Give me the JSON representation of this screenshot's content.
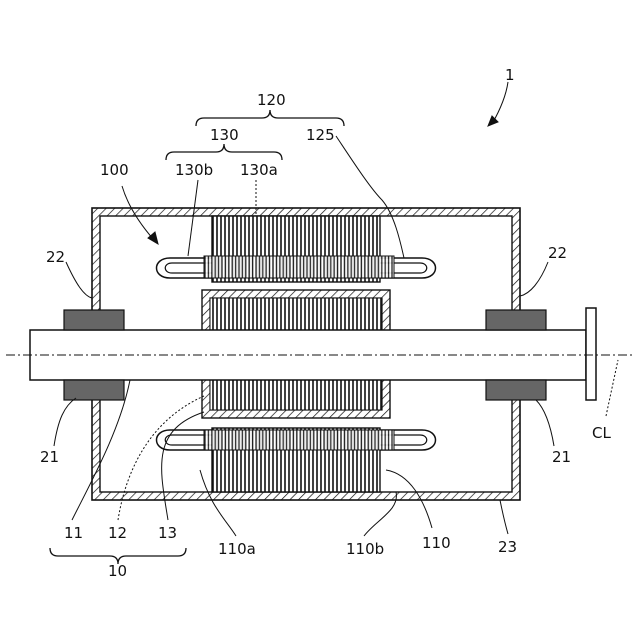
{
  "labels": {
    "motor": "1",
    "stator_group": "120",
    "coil_assembly": "130",
    "coil_end": "125",
    "coil_end_b": "130b",
    "coil_part_a": "130a",
    "stator": "100",
    "bracket_left": "22",
    "bracket_right": "22",
    "bearing_left": "21",
    "bearing_right": "21",
    "center_line": "CL",
    "shaft": "11",
    "rotor_core": "12",
    "magnet": "13",
    "rotor": "10",
    "core_a": "110a",
    "core_b": "110b",
    "core": "110",
    "frame": "23"
  },
  "colors": {
    "line": "#111111",
    "hatch": "#111111",
    "fill": "#ffffff"
  }
}
